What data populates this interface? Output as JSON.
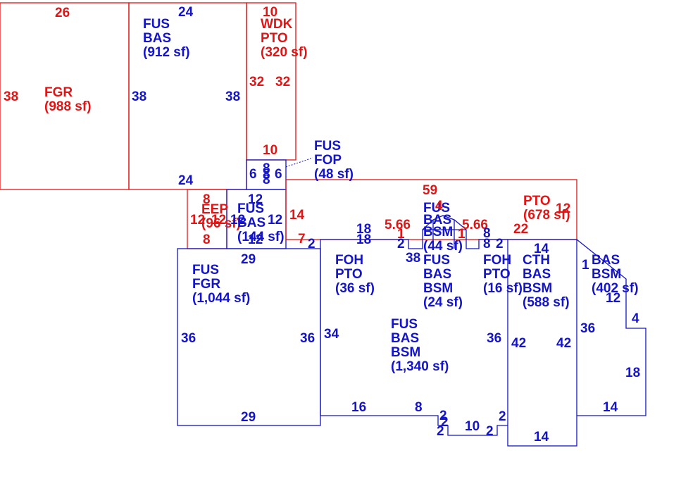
{
  "colors": {
    "existing": "#1414c8",
    "other": "#e11515"
  },
  "areas": [
    {
      "id": "fgr",
      "color": "red",
      "lines": [
        "FGR",
        "(988 sf)"
      ]
    },
    {
      "id": "fus-bas-912",
      "color": "blue",
      "lines": [
        "FUS",
        "BAS",
        "(912 sf)"
      ]
    },
    {
      "id": "wdk-pto",
      "color": "red",
      "lines": [
        "WDK",
        "PTO",
        "(320 sf)"
      ]
    },
    {
      "id": "fus-fop",
      "color": "blue",
      "lines": [
        "FUS",
        "FOP",
        "(48 sf)"
      ]
    },
    {
      "id": "eep",
      "color": "red",
      "lines": [
        "EEP",
        "(96 sf)"
      ]
    },
    {
      "id": "fus-bas-144",
      "color": "blue",
      "lines": [
        "FUS",
        "BAS",
        "(144 sf)"
      ]
    },
    {
      "id": "pto-678",
      "color": "red",
      "lines": [
        "PTO",
        "(678 sf)"
      ]
    },
    {
      "id": "fus-bas-bsm-44",
      "color": "blue",
      "lines": [
        "FUS",
        "BAS",
        "BSM",
        "(44 sf)"
      ]
    },
    {
      "id": "fus-fgr",
      "color": "blue",
      "lines": [
        "FUS",
        "FGR",
        "(1,044 sf)"
      ]
    },
    {
      "id": "foh-pto-36",
      "color": "blue",
      "lines": [
        "FOH",
        "PTO",
        "(36 sf)"
      ]
    },
    {
      "id": "fus-bas-bsm-24",
      "color": "blue",
      "lines": [
        "FUS",
        "BAS",
        "BSM",
        "(24 sf)"
      ]
    },
    {
      "id": "foh-pto-16",
      "color": "blue",
      "lines": [
        "FOH",
        "PTO",
        "(16 sf)"
      ]
    },
    {
      "id": "cth-bas-bsm",
      "color": "blue",
      "lines": [
        "CTH",
        "BAS",
        "BSM",
        "(588 sf)"
      ]
    },
    {
      "id": "bas-bsm-402",
      "color": "blue",
      "lines": [
        "BAS",
        "BSM",
        "(402 sf)"
      ]
    },
    {
      "id": "fus-bas-bsm-1340",
      "color": "blue",
      "lines": [
        "FUS",
        "BAS",
        "BSM",
        "(1,340 sf)"
      ]
    }
  ],
  "dimensions": [
    {
      "color": "red",
      "text": "26"
    },
    {
      "color": "red",
      "text": "38"
    },
    {
      "color": "blue",
      "text": "24"
    },
    {
      "color": "blue",
      "text": "38"
    },
    {
      "color": "blue",
      "text": "38"
    },
    {
      "color": "blue",
      "text": "24"
    },
    {
      "color": "red",
      "text": "10"
    },
    {
      "color": "red",
      "text": "32"
    },
    {
      "color": "red",
      "text": "32"
    },
    {
      "color": "red",
      "text": "10"
    },
    {
      "color": "blue",
      "text": "8"
    },
    {
      "color": "blue",
      "text": "6"
    },
    {
      "color": "blue",
      "text": "8"
    },
    {
      "color": "blue",
      "text": "6"
    },
    {
      "color": "blue",
      "text": "8"
    },
    {
      "color": "red",
      "text": "8"
    },
    {
      "color": "red",
      "text": "12"
    },
    {
      "color": "red",
      "text": "12"
    },
    {
      "color": "red",
      "text": "8"
    },
    {
      "color": "blue",
      "text": "12"
    },
    {
      "color": "blue",
      "text": "12"
    },
    {
      "color": "blue",
      "text": "12"
    },
    {
      "color": "blue",
      "text": "12"
    },
    {
      "color": "red",
      "text": "14"
    },
    {
      "color": "red",
      "text": "7"
    },
    {
      "color": "blue",
      "text": "2"
    },
    {
      "color": "red",
      "text": "59"
    },
    {
      "color": "red",
      "text": "12"
    },
    {
      "color": "red",
      "text": "22"
    },
    {
      "color": "red",
      "text": "5.66"
    },
    {
      "color": "red",
      "text": "5.66"
    },
    {
      "color": "red",
      "text": "4"
    },
    {
      "color": "red",
      "text": "1"
    },
    {
      "color": "red",
      "text": "1"
    },
    {
      "color": "blue",
      "text": "18"
    },
    {
      "color": "blue",
      "text": "18"
    },
    {
      "color": "blue",
      "text": "2"
    },
    {
      "color": "blue",
      "text": "38"
    },
    {
      "color": "blue",
      "text": "8"
    },
    {
      "color": "blue",
      "text": "8"
    },
    {
      "color": "blue",
      "text": "2"
    },
    {
      "color": "blue",
      "text": "14"
    },
    {
      "color": "blue",
      "text": "29"
    },
    {
      "color": "blue",
      "text": "36"
    },
    {
      "color": "blue",
      "text": "36"
    },
    {
      "color": "blue",
      "text": "29"
    },
    {
      "color": "blue",
      "text": "34"
    },
    {
      "color": "blue",
      "text": "36"
    },
    {
      "color": "blue",
      "text": "42"
    },
    {
      "color": "blue",
      "text": "42"
    },
    {
      "color": "blue",
      "text": "36"
    },
    {
      "color": "blue",
      "text": "12"
    },
    {
      "color": "blue",
      "text": "4"
    },
    {
      "color": "blue",
      "text": "18"
    },
    {
      "color": "blue",
      "text": "14"
    },
    {
      "color": "blue",
      "text": "16"
    },
    {
      "color": "blue",
      "text": "8"
    },
    {
      "color": "blue",
      "text": "2"
    },
    {
      "color": "blue",
      "text": "2"
    },
    {
      "color": "blue",
      "text": "2"
    },
    {
      "color": "blue",
      "text": "10"
    },
    {
      "color": "blue",
      "text": "2"
    },
    {
      "color": "blue",
      "text": "2"
    },
    {
      "color": "blue",
      "text": "14"
    },
    {
      "color": "blue",
      "text": "1"
    }
  ]
}
